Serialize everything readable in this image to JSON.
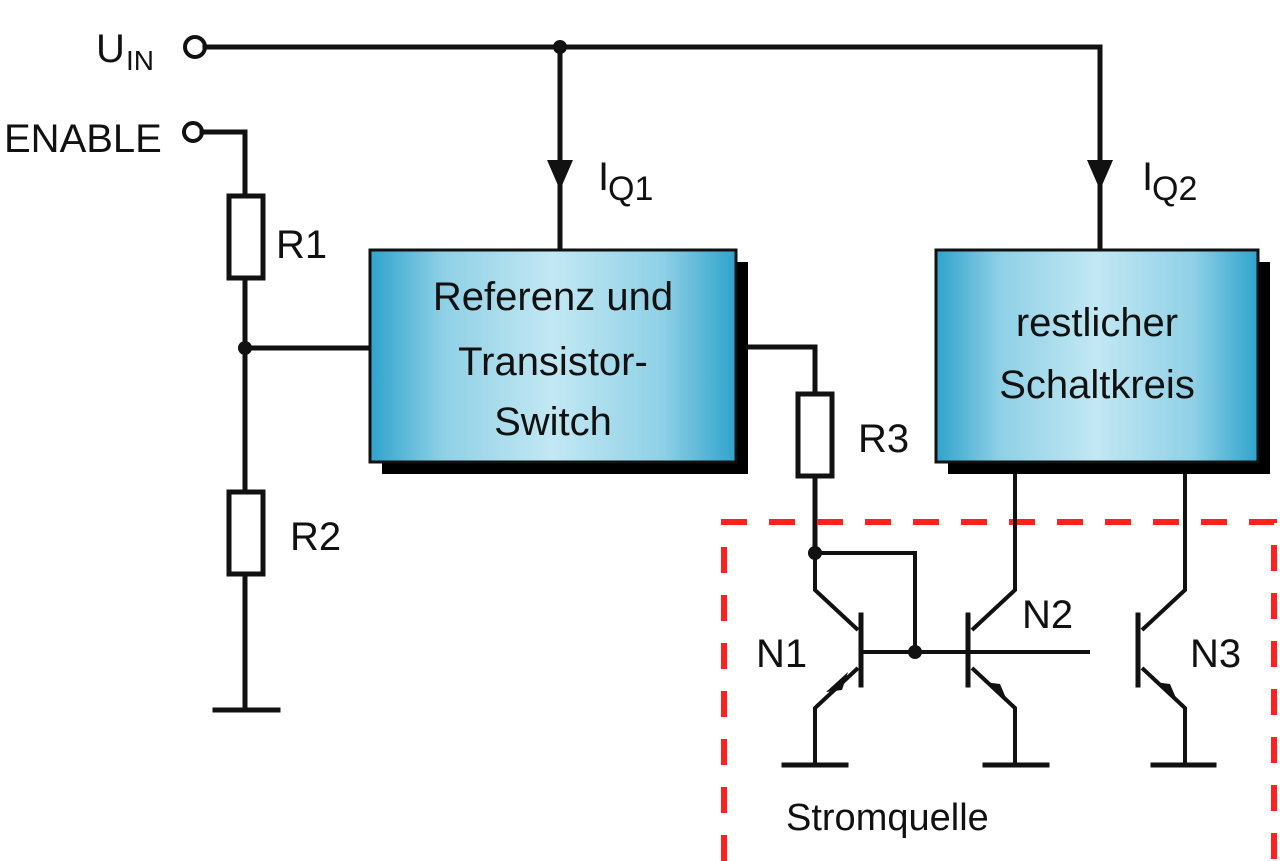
{
  "diagram": {
    "terminals": {
      "uin": {
        "main": "U",
        "sub": "IN"
      },
      "enable": "ENABLE"
    },
    "currents": {
      "iq1": {
        "main": "I",
        "sub": "Q1"
      },
      "iq2": {
        "main": "I",
        "sub": "Q2"
      }
    },
    "resistors": [
      "R1",
      "R2",
      "R3"
    ],
    "blocks": {
      "reference": [
        "Referenz und",
        "Transistor-",
        "Switch"
      ],
      "rest": [
        "restlicher",
        "Schaltkreis"
      ]
    },
    "transistors": [
      "N1",
      "N2",
      "N3"
    ],
    "current_source_label": "Stromquelle",
    "colors": {
      "block_edge": "#2fa3cc",
      "block_center": "#bfe6f2",
      "dashed_box": "#ff2020",
      "shadow": "#000000"
    }
  }
}
